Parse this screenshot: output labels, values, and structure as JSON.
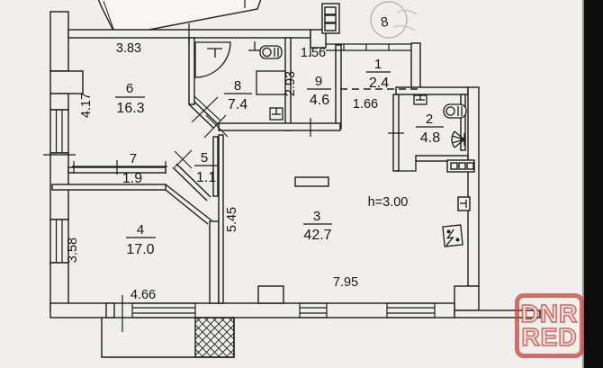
{
  "floorplan": {
    "rooms": {
      "r1": {
        "number": "1",
        "area": "2.4"
      },
      "r2": {
        "number": "2",
        "area": "4.8"
      },
      "r3": {
        "number": "3",
        "area": "42.7"
      },
      "r4": {
        "number": "4",
        "area": "17.0"
      },
      "r5": {
        "number": "5",
        "area": "1.1"
      },
      "r6": {
        "number": "6",
        "area": "16.3"
      },
      "r7": {
        "number": "7",
        "area": "1.9"
      },
      "r8": {
        "number": "8",
        "area": "7.4"
      },
      "r9": {
        "number": "9",
        "area": "4.6"
      }
    },
    "dims": {
      "top_width": "3.83",
      "left_upper_height": "4.17",
      "kitchen_niche_width": "1.56",
      "bath_depth": "2.93",
      "hall_opening": "1.66",
      "living_left_height": "5.45",
      "left_lower_height": "3.58",
      "balcony_width": "4.66",
      "living_bottom_width": "7.95",
      "ceiling_height": "h=3.00"
    },
    "stamp": {
      "char": "8"
    },
    "watermark": {
      "line1": "DNR",
      "line2": "RED"
    },
    "colors": {
      "background": "#f0efec",
      "line": "#1b1b1b",
      "watermark_red": "#c6443a",
      "band_black": "#0c0c0c"
    }
  }
}
